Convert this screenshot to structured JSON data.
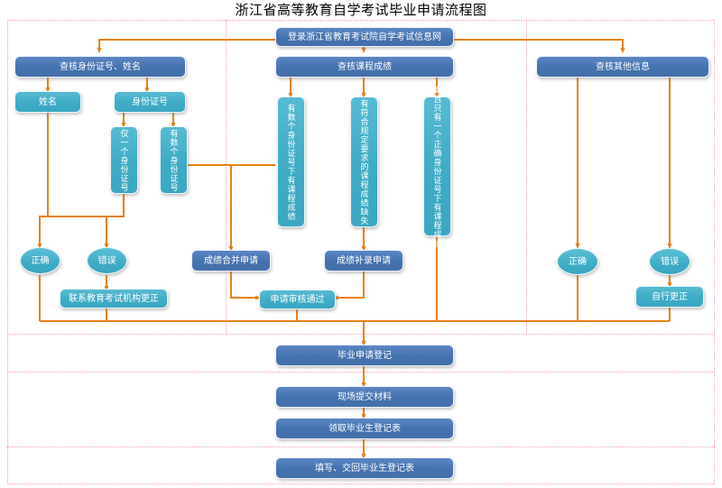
{
  "title": "浙江省高等教育自学考试毕业申请流程图",
  "colors": {
    "process_blue": "#4472ad",
    "teal": "#3fabc5",
    "arrow_orange": "#e8811c",
    "lane_border": "#f0a0a8",
    "text_white": "#ffffff",
    "title_black": "#000000"
  },
  "nodes": {
    "login": "登录浙江省教育考试院自学考试信息网",
    "check_id": "查核身份证号、姓名",
    "check_course": "查核课程成绩",
    "check_other": "查核其他信息",
    "name": "姓名",
    "id_number": "身份证号",
    "only_one_id": "仅一个身份证号",
    "several_ids": "有数个身份证号",
    "several_ids_courses": "有数个身份证号下有课程成绩",
    "missing_course": "有符合规定要求的课程成绩缺失",
    "single_correct_id_courses": "有且只有一个正确身份证号下有课程成绩",
    "left_correct": "正确",
    "left_wrong": "错误",
    "contact_agency": "联系教育考试机构更正",
    "merge_apply": "成绩合并申请",
    "supplement_apply": "成绩补录申请",
    "review_passed": "申请审核通过",
    "right_correct": "正确",
    "right_wrong": "错误",
    "self_correct": "自行更正",
    "graduation_register": "毕业申请登记",
    "submit_materials": "现场提交材料",
    "collect_form": "领取毕业生登记表",
    "fill_return_form": "填写、交回毕业生登记表"
  },
  "lanes": {
    "outer_label": "flowchart-swimlane-frame",
    "columns": 3,
    "rows": 4
  }
}
